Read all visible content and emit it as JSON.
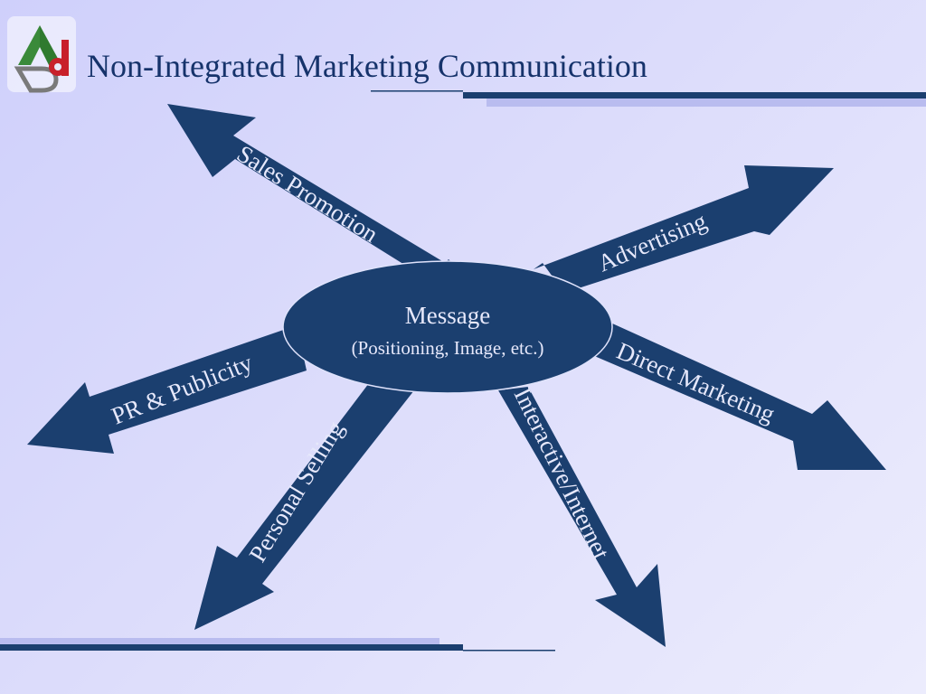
{
  "slide": {
    "title": "Non-Integrated Marketing Communication"
  },
  "logo": {
    "icon": "pd-logo-icon"
  },
  "hub": {
    "title": "Message",
    "subtitle": "(Positioning, Image, etc.)"
  },
  "arrows": [
    {
      "name": "sales-promotion",
      "label": "Sales Promotion"
    },
    {
      "name": "advertising",
      "label": "Advertising"
    },
    {
      "name": "direct-marketing",
      "label": "Direct Marketing"
    },
    {
      "name": "interactive-internet",
      "label": "Interactive/Internet"
    },
    {
      "name": "personal-selling",
      "label": "Personal Selling"
    },
    {
      "name": "pr-publicity",
      "label": "PR & Publicity"
    }
  ],
  "colors": {
    "arrow_fill": "#1b3f6f",
    "text_light": "#e6e8fb",
    "title": "#16336b",
    "rule_dark": "#1b3f6f",
    "rule_light": "#b9bcef"
  }
}
